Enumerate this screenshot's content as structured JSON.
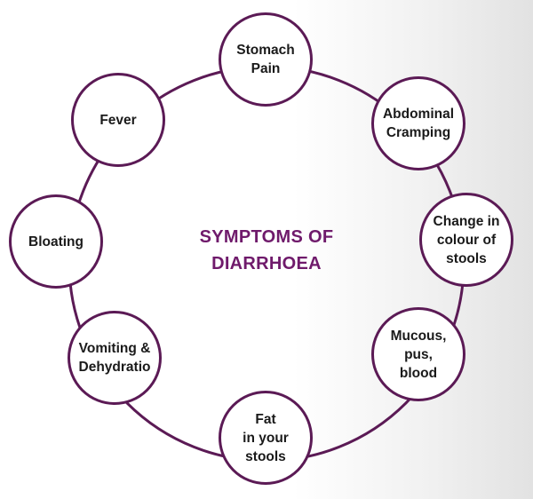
{
  "diagram": {
    "title_line1": "SYMPTOMS OF",
    "title_line2": "DIARRHOEA",
    "ring_color": "#5b1a55",
    "title_color": "#6f1a6b",
    "nodes": [
      {
        "label": "Stomach\nPain"
      },
      {
        "label": "Abdominal\nCramping"
      },
      {
        "label": "Change in\ncolour of\nstools"
      },
      {
        "label": "Mucous,\npus,\nblood"
      },
      {
        "label": "Fat\nin your\nstools"
      },
      {
        "label": "Vomiting &\nDehydratio"
      },
      {
        "label": "Bloating"
      },
      {
        "label": "Fever"
      }
    ]
  }
}
